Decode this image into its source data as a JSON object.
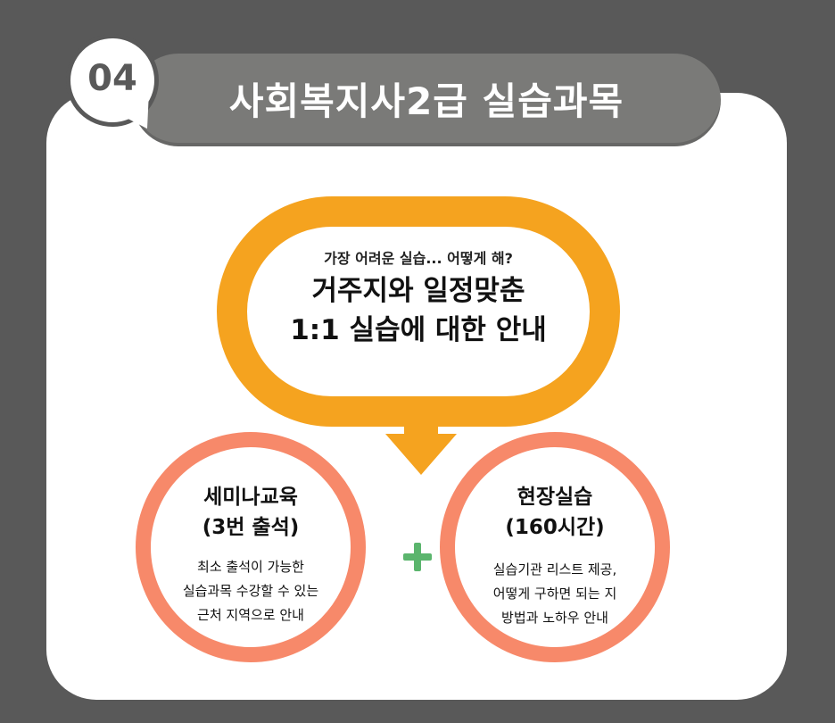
{
  "header": {
    "number": "04",
    "title": "사회복지사2급 실습과목"
  },
  "bubble": {
    "subtitle": "가장 어려운 실습... 어떻게 해?",
    "line1": "거주지와 일정맞춘",
    "line2": "1:1 실습에 대한 안내"
  },
  "left_circle": {
    "title1": "세미나교육",
    "title2": "(3번 출석)",
    "desc1": "최소 출석이 가능한",
    "desc2": "실습과목 수강할 수 있는",
    "desc3": "근처 지역으로 안내"
  },
  "right_circle": {
    "title1": "현장실습",
    "title2": "(160시간)",
    "desc1": "실습기관 리스트 제공,",
    "desc2": "어떻게 구하면 되는 지",
    "desc3": "방법과 노하우 안내"
  },
  "colors": {
    "background": "#595959",
    "header_bar": "#7a7a78",
    "bubble_orange": "#f5a31f",
    "circle_coral": "#f7896a",
    "plus_green": "#5bb56d"
  },
  "icons": [
    "plus-icon",
    "speech-bubble-arrow-icon"
  ]
}
